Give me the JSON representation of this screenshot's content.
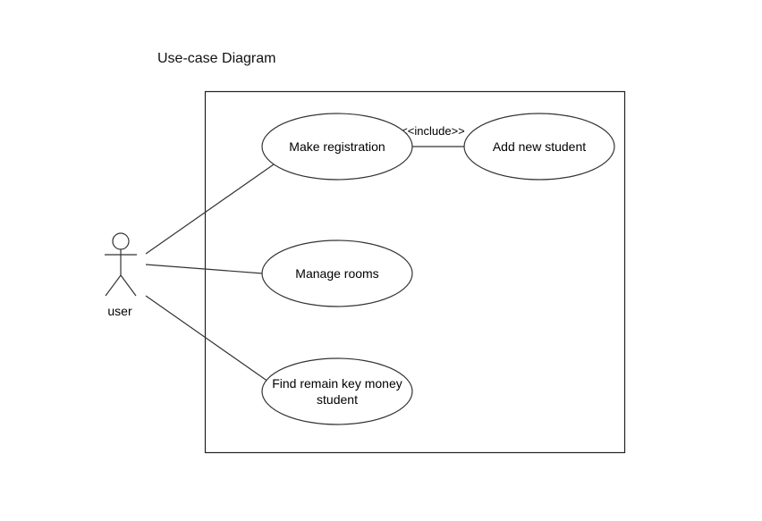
{
  "title": "Use-case Diagram",
  "actor": {
    "label": "user"
  },
  "use_cases": [
    {
      "id": "make-registration",
      "lines": [
        "Make registration"
      ]
    },
    {
      "id": "add-new-student",
      "lines": [
        "Add new student"
      ]
    },
    {
      "id": "manage-rooms",
      "lines": [
        "Manage rooms"
      ]
    },
    {
      "id": "find-remain-key-money",
      "lines": [
        "Find remain key money",
        "student"
      ]
    }
  ],
  "relationships": [
    {
      "from": "make-registration",
      "to": "add-new-student",
      "label": "<<include>>"
    }
  ],
  "colors": {
    "stroke": "#333333",
    "text": "#000000",
    "background": "#ffffff"
  }
}
